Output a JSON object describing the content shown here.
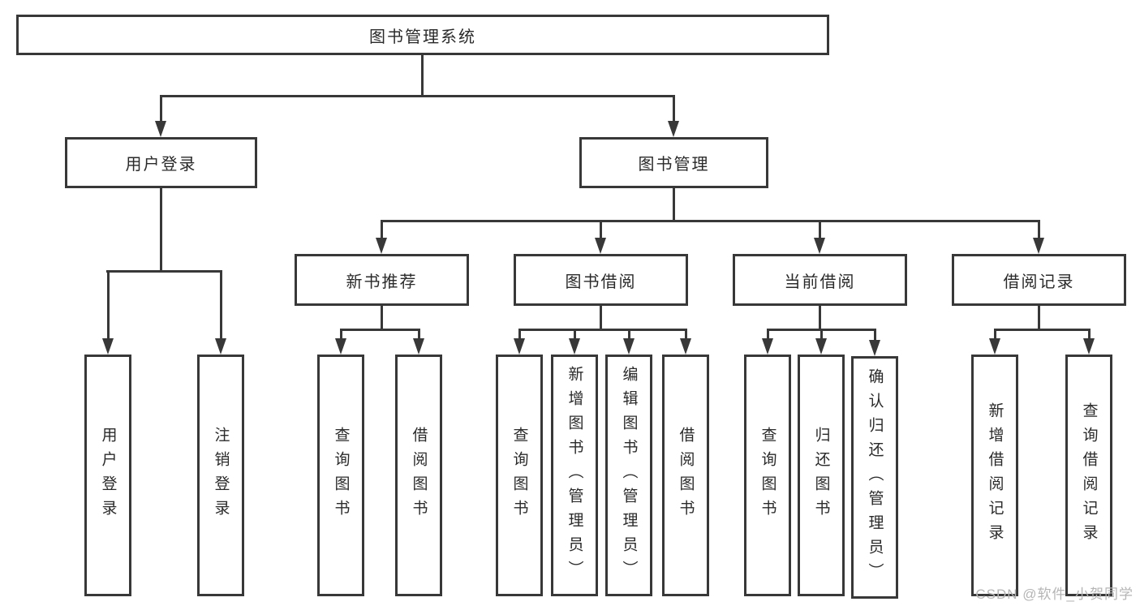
{
  "page": {
    "background": "#ffffff"
  },
  "colors": {
    "line": "#383838",
    "text": "#2a2a2a",
    "watermark": "#b5b5b5"
  },
  "diagram": {
    "root": {
      "label": "图书管理系统"
    },
    "branches": [
      {
        "label": "用户登录",
        "children": [
          {
            "label": "用户登录"
          },
          {
            "label": "注销登录"
          }
        ]
      },
      {
        "label": "图书管理",
        "children": [
          {
            "label": "新书推荐",
            "children": [
              {
                "label": "查询图书"
              },
              {
                "label": "借阅图书"
              }
            ]
          },
          {
            "label": "图书借阅",
            "children": [
              {
                "label": "查询图书"
              },
              {
                "label": "新增图书（管理员）"
              },
              {
                "label": "编辑图书（管理员）"
              },
              {
                "label": "借阅图书"
              }
            ]
          },
          {
            "label": "当前借阅",
            "children": [
              {
                "label": "查询图书"
              },
              {
                "label": "归还图书"
              },
              {
                "label": "确认归还（管理员）"
              }
            ]
          },
          {
            "label": "借阅记录",
            "children": [
              {
                "label": "新增借阅记录"
              },
              {
                "label": "查询借阅记录"
              }
            ]
          }
        ]
      }
    ]
  },
  "watermark": {
    "text": "CSDN @软件_小贺同学"
  }
}
